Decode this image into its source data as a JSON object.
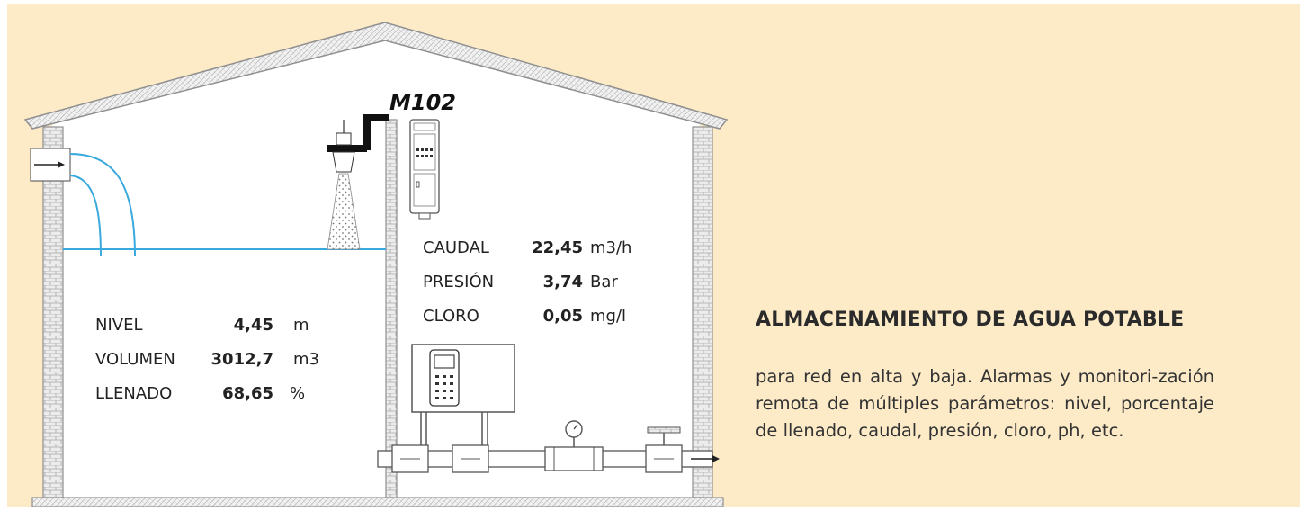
{
  "device": {
    "logo_text": "M102"
  },
  "tank_readout": {
    "rows": [
      {
        "label": "NIVEL",
        "value": "4,45",
        "unit": "m"
      },
      {
        "label": "VOLUMEN",
        "value": "3012,7",
        "unit": "m3"
      },
      {
        "label": "LLENADO",
        "value": "68,65",
        "unit": "%"
      }
    ]
  },
  "pipe_readout": {
    "rows": [
      {
        "label": "CAUDAL",
        "value": "22,45",
        "unit": "m3/h"
      },
      {
        "label": "PRESIÓN",
        "value": "3,74",
        "unit": "Bar"
      },
      {
        "label": "CLORO",
        "value": "0,05",
        "unit": "mg/l"
      }
    ]
  },
  "info": {
    "title": "ALMACENAMIENTO DE AGUA POTABLE",
    "description": "para red en alta y baja. Alarmas y monitori-zación remota de múltiples parámetros: nivel, porcentaje de llenado, caudal, presión, cloro, ph, etc."
  },
  "colors": {
    "panel_background": "#fdebc8",
    "water_line": "#3aa9dd",
    "wall": "#e9e9e9",
    "wall_outline": "#8f8f8f",
    "interior": "#ffffff"
  },
  "icons": [
    "inlet-arrow-icon",
    "outlet-arrow-icon",
    "radar-level-sensor-icon",
    "controller-device-icon",
    "control-panel-keypad-icon",
    "pressure-gauge-icon",
    "flow-meter-icon",
    "valve-icon"
  ]
}
